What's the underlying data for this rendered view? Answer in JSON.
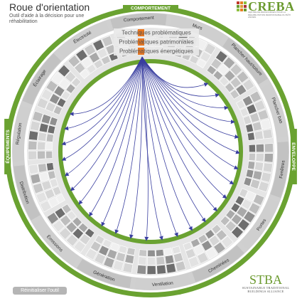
{
  "header": {
    "title": "Roue d'orientation",
    "subtitle": "Outil d'aide à la décision pour une réhabilitation"
  },
  "logos": {
    "creba_name": "CREBA",
    "creba_sub": "CENTRE DE RESSOURCES POUR LA RÉHABILITATION RESPONSABLE DU BÂTI ANCIEN",
    "stba_name": "STBA",
    "stba_sub1": "SUSTAINABLE TRADITIONAL",
    "stba_sub2": "BUILDINGS ALLIANCE"
  },
  "colors": {
    "ring_green": "#6aa231",
    "label_green": "#5d9a2a",
    "highlight_orange": "#e87722",
    "arrow_blue": "#3a3fa0",
    "cell_light": "#e2e2e2",
    "cell_mid": "#c7c7c7",
    "cell_dark": "#6e6e6e"
  },
  "wheel": {
    "groups": [
      {
        "label": "COMPORTEMENT"
      },
      {
        "label": "ENVELOPPE"
      },
      {
        "label": "ÉQUIPEMENTS"
      }
    ],
    "sectors": [
      {
        "label": "Comportement"
      },
      {
        "label": "Murs"
      },
      {
        "label": "Plancher haut/toiture"
      },
      {
        "label": "Plancher bas"
      },
      {
        "label": "Fenêtres"
      },
      {
        "label": "Portes"
      },
      {
        "label": "Cheminées"
      },
      {
        "label": "Ventilation"
      },
      {
        "label": "Génération"
      },
      {
        "label": "Émissions"
      },
      {
        "label": "Distribution"
      },
      {
        "label": "Régulation"
      },
      {
        "label": "Éclairage"
      },
      {
        "label": "Électricité"
      }
    ],
    "center_items": [
      {
        "label": "Techniques problématiques"
      },
      {
        "label": "Problématiques patrimoniales"
      },
      {
        "label": "Problématiques énergétiques"
      }
    ]
  },
  "controls": {
    "reset_label": "Réinitialiser l'outil"
  }
}
